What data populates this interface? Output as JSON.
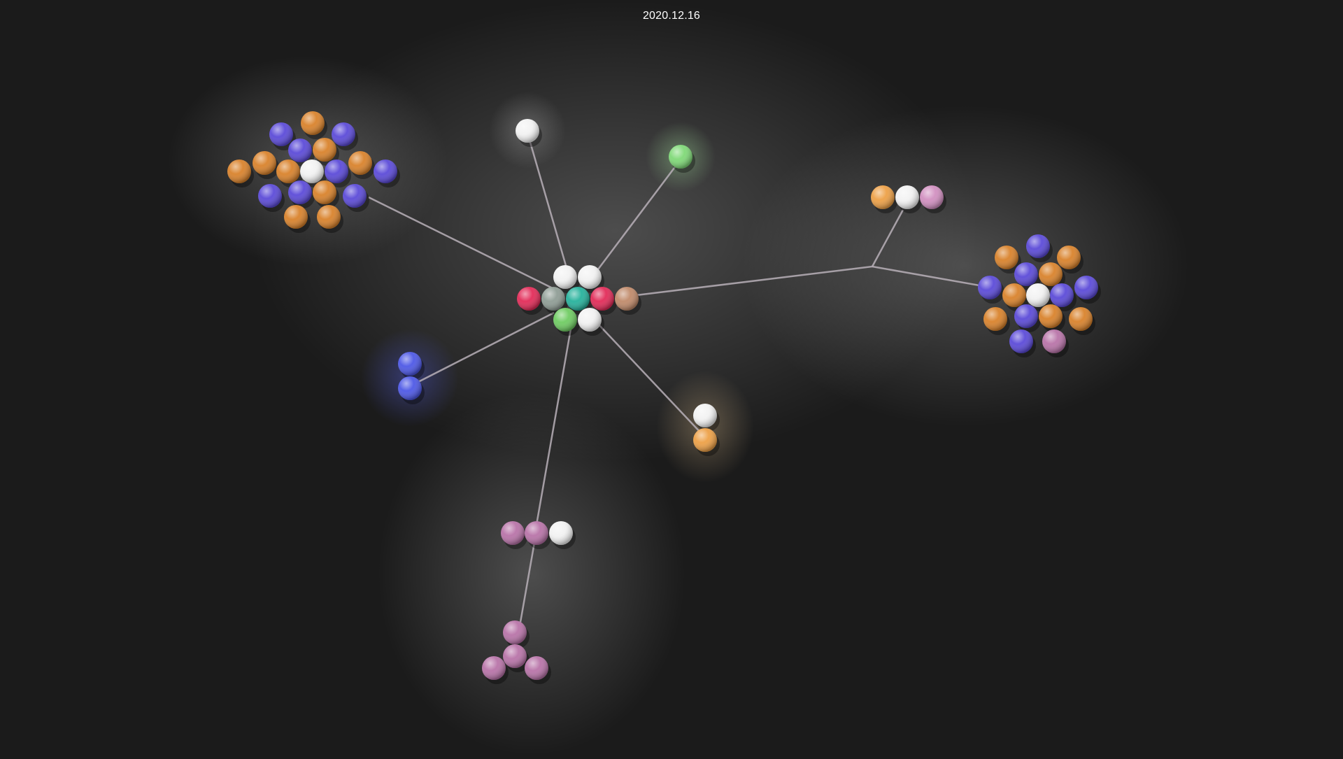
{
  "header": {
    "date": "2020.12.16"
  },
  "colors": {
    "background": "#1b1b1b",
    "edge": "#b8b0b8",
    "orange": "#d9822b",
    "purple": "#5b4ad8",
    "white": "#f2f2f2",
    "pink": "#b873a8",
    "green": "#6fcc62",
    "red": "#e22b58",
    "teal": "#26b29c",
    "gray": "#8f9d95",
    "tan": "#c08a6a",
    "blue": "#4d58e6",
    "light_orange": "#eda046",
    "light_pink": "#d18fc0",
    "bright_green": "#7fd977"
  },
  "diagram": {
    "edge_icon": "line",
    "node_icon": "sphere"
  }
}
